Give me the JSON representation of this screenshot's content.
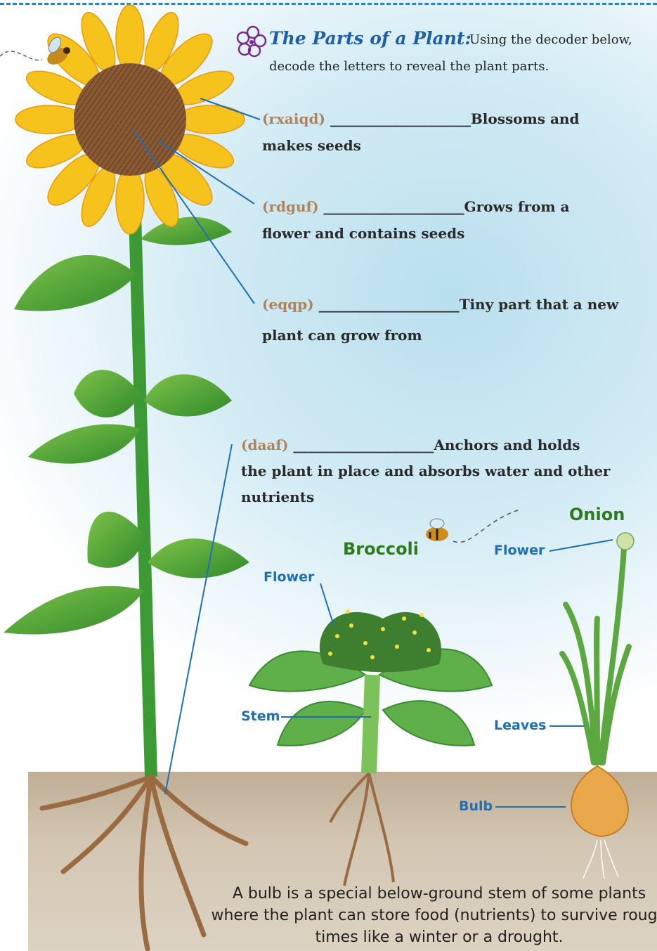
{
  "title": "The Parts of a Plant:",
  "instructions_line1": "Using the decoder below,",
  "instructions_line2": "decode the letters to reveal the plant parts.",
  "questions": [
    {
      "code": "(rxaiqd)",
      "blank": "____________________",
      "line1": "Blossoms and",
      "line2": "makes seeds"
    },
    {
      "code": "(rdguf)",
      "blank": "____________________",
      "line1": "Grows from a",
      "line2": "flower and contains seeds"
    },
    {
      "code": "(eqqp)",
      "blank": "____________________",
      "line1": "Tiny part that a new",
      "line2": "plant can grow from"
    },
    {
      "code": "(daaf)",
      "blank": "____________________",
      "line1": "Anchors and holds",
      "line2": "the plant in place and absorbs water and other",
      "line3": "nutrients"
    }
  ],
  "broccoli": {
    "name": "Broccoli",
    "labels": {
      "flower": "Flower",
      "stem": "Stem"
    }
  },
  "onion": {
    "name": "Onion",
    "labels": {
      "flower": "Flower",
      "leaves": "Leaves",
      "bulb": "Bulb"
    }
  },
  "note": "A bulb is a special below-ground stem of some plants where the plant can store food (nutrients) to survive rough times like a winter or a drought.",
  "colors": {
    "accent_blue": "#1f6fb2",
    "code_brown": "#b0835a",
    "plant_green": "#2f7a1f",
    "title_blue": "#1f5fa8"
  },
  "icons": [
    "flower-outline-icon",
    "bee-icon"
  ]
}
